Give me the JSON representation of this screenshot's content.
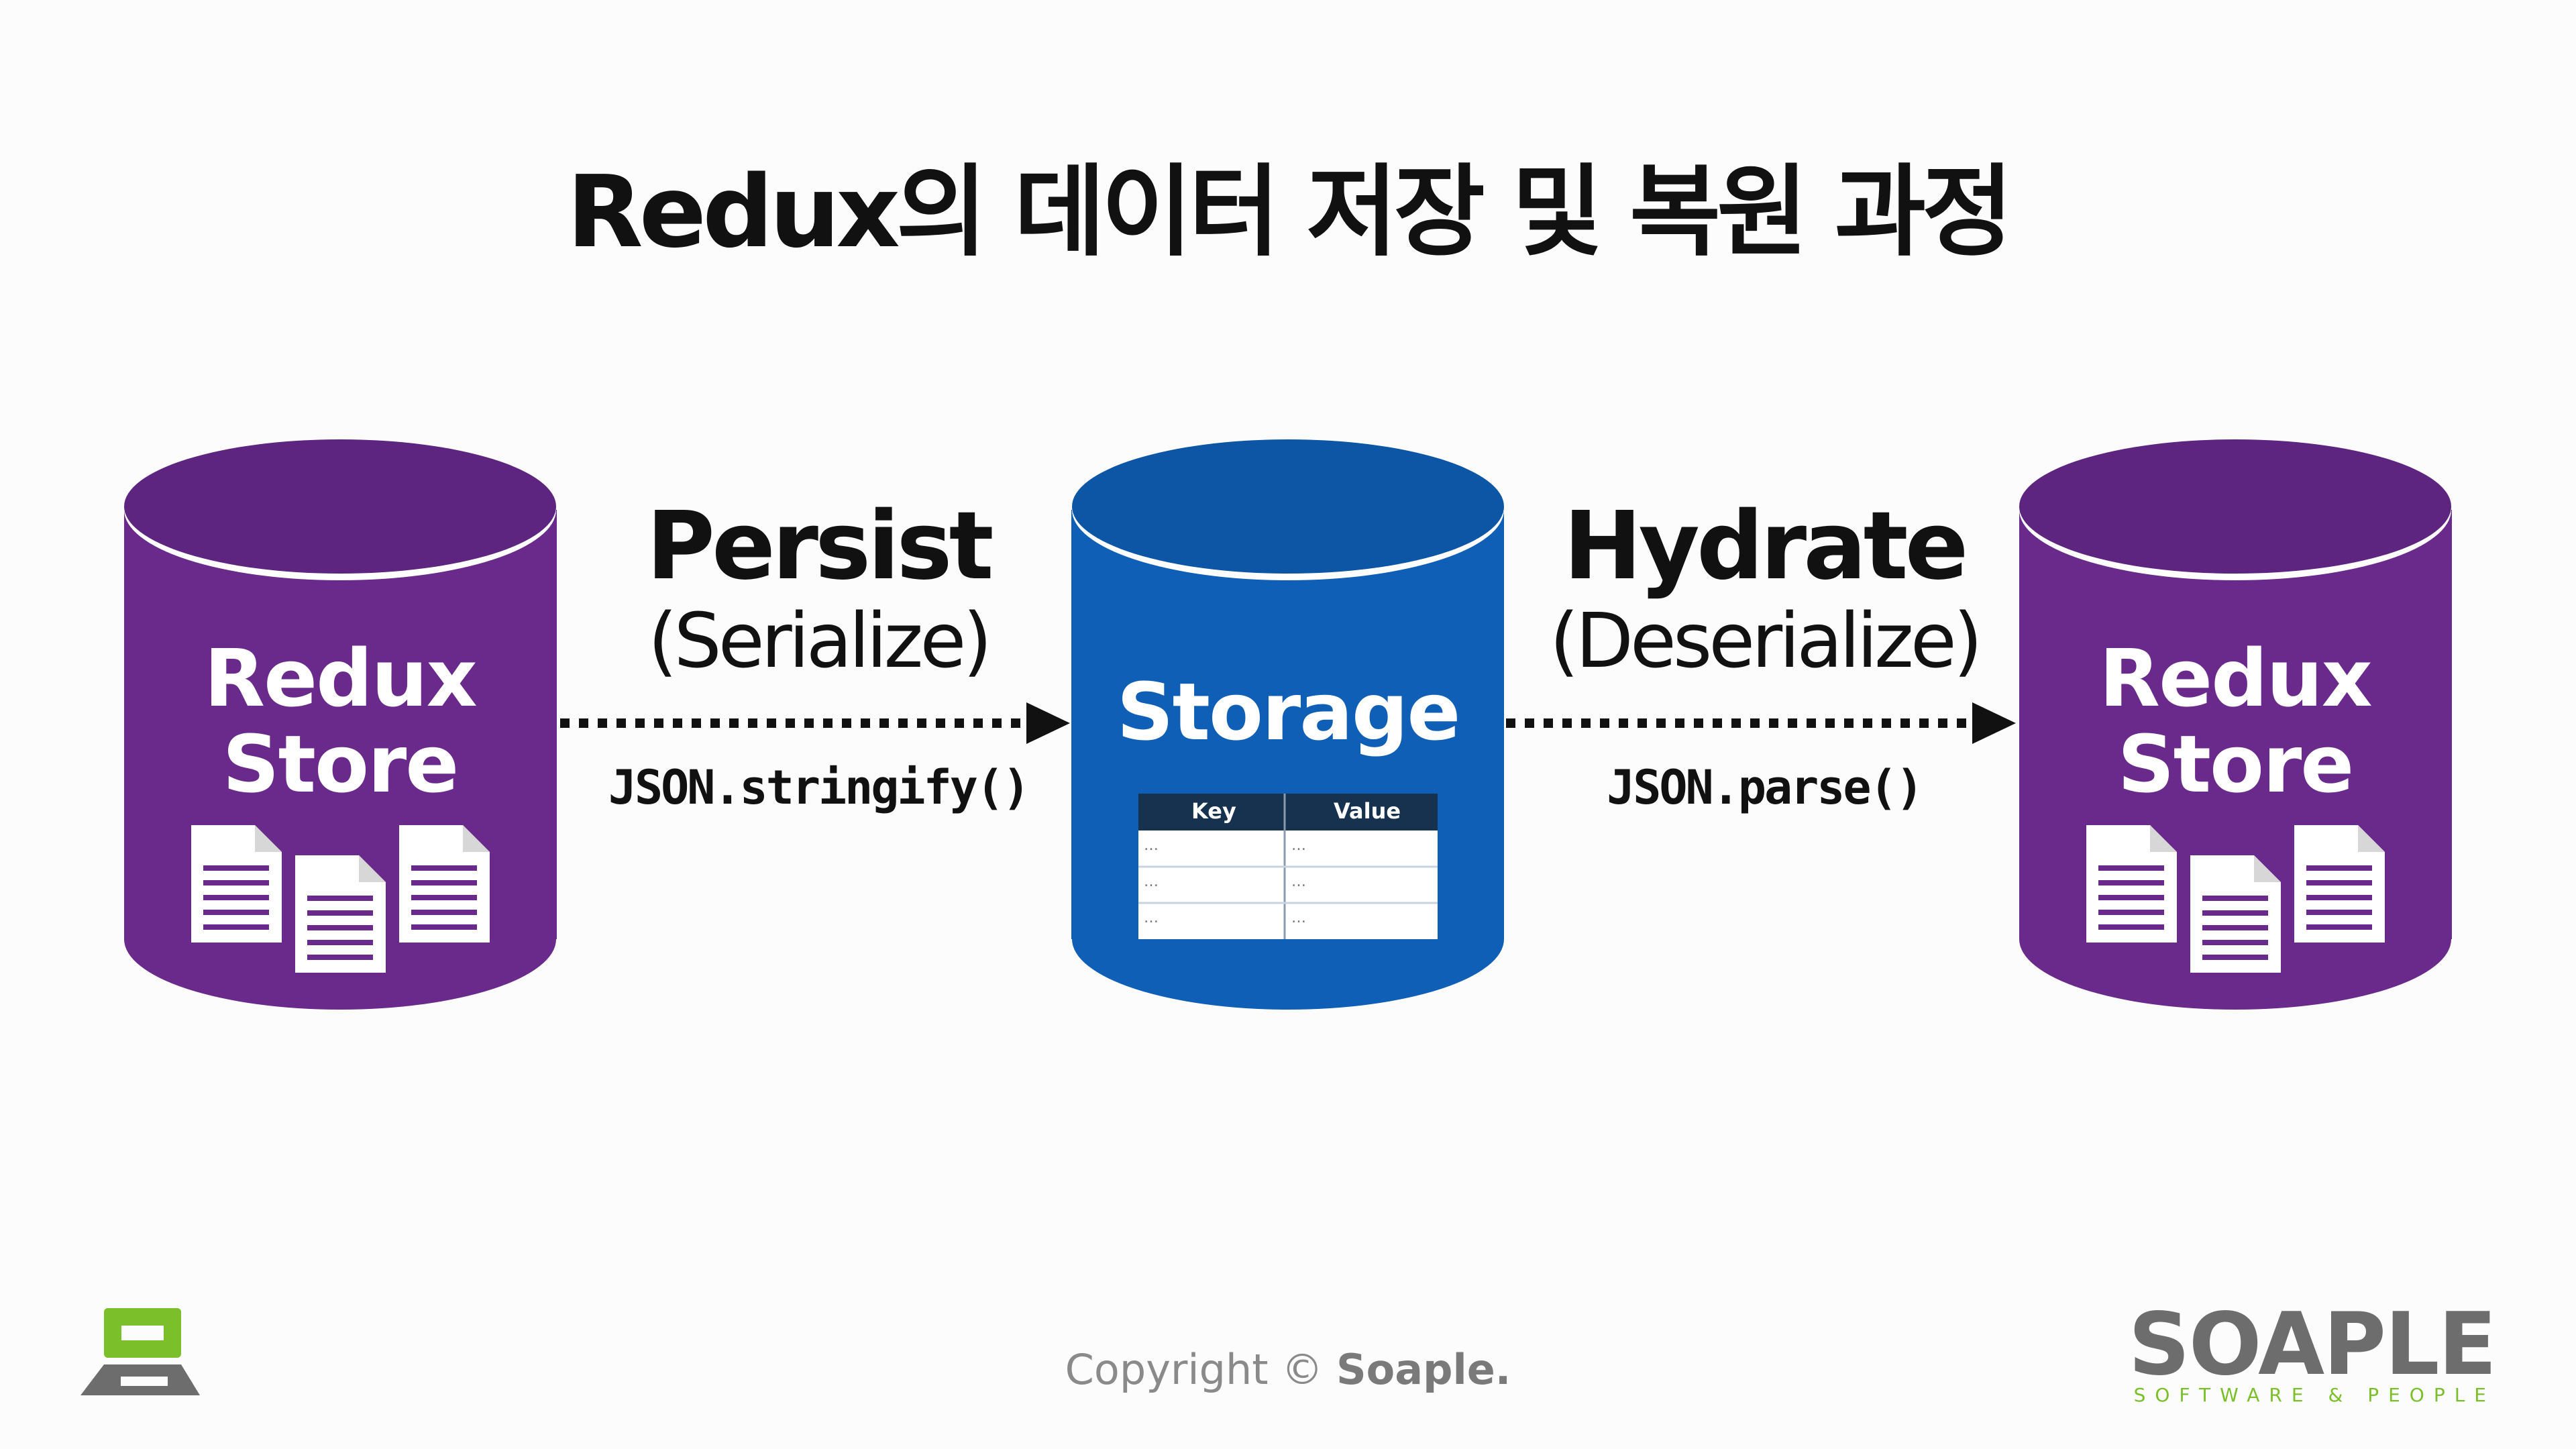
{
  "title": "Redux의 데이터 저장 및 복원 과정",
  "nodes": {
    "left_store": {
      "line1": "Redux",
      "line2": "Store"
    },
    "storage": {
      "label": "Storage",
      "table": {
        "headers": [
          "Key",
          "Value"
        ],
        "rows": [
          [
            "…",
            "…"
          ],
          [
            "…",
            "…"
          ],
          [
            "…",
            "…"
          ]
        ]
      }
    },
    "right_store": {
      "line1": "Redux",
      "line2": "Store"
    }
  },
  "arrows": {
    "persist": {
      "title": "Persist",
      "subtitle": "(Serialize)",
      "function": "JSON.stringify()"
    },
    "hydrate": {
      "title": "Hydrate",
      "subtitle": "(Deserialize)",
      "function": "JSON.parse()"
    }
  },
  "footer": {
    "prefix": "Copyright © ",
    "brand": "Soaple."
  },
  "logo": {
    "word": "SOAPLE",
    "tagline": "SOFTWARE & PEOPLE"
  },
  "icons": [
    "document-icon",
    "app-logo-icon"
  ],
  "colors": {
    "store": "#6a2a8c",
    "store_top": "#5e2580",
    "storage": "#0f5fb6",
    "storage_top": "#0d56a6",
    "logo_green": "#7bbf2a",
    "logo_gray": "#6d6d6d"
  }
}
